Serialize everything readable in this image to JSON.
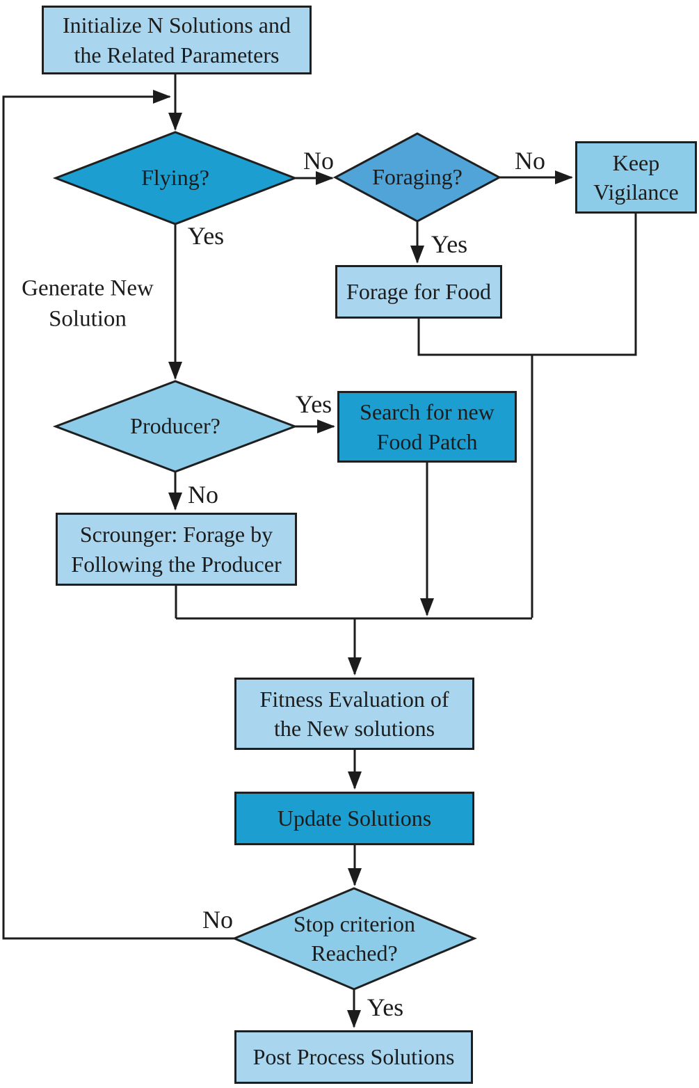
{
  "diagram": {
    "colors": {
      "light": "#a9d6ee",
      "midlight": "#8cccE8",
      "medium": "#50a4d8",
      "dark": "#1c9fd0",
      "stroke": "#1c1c1c"
    },
    "nodes": {
      "initialize": {
        "label": "Initialize N Solutions and\nthe Related Parameters"
      },
      "flying": {
        "label": "Flying?"
      },
      "foraging": {
        "label": "Foraging?"
      },
      "keep_vigilance": {
        "label": "Keep\nVigilance"
      },
      "forage_for_food": {
        "label": "Forage for Food"
      },
      "generate_new_solution": {
        "label": "Generate New\nSolution"
      },
      "producer": {
        "label": "Producer?"
      },
      "search_food_patch": {
        "label": "Search for new\nFood Patch"
      },
      "scrounger": {
        "label": "Scrounger: Forage by\nFollowing the Producer"
      },
      "fitness_evaluation": {
        "label": "Fitness Evaluation of\nthe New solutions"
      },
      "update_solutions": {
        "label": "Update Solutions"
      },
      "stop_criterion": {
        "label": "Stop criterion\nReached?"
      },
      "post_process": {
        "label": "Post Process Solutions"
      }
    },
    "edge_labels": {
      "flying_no": "No",
      "flying_yes": "Yes",
      "foraging_no": "No",
      "foraging_yes": "Yes",
      "producer_yes": "Yes",
      "producer_no": "No",
      "stop_no": "No",
      "stop_yes": "Yes"
    }
  }
}
